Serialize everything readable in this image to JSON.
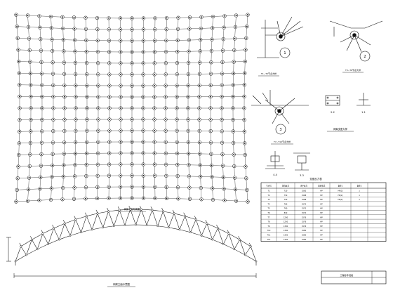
{
  "sheet": {
    "plan_caption": "网架平面布置图",
    "plan_subcaption": "",
    "elevation_caption": "网架立面示意图",
    "detail_caption_1": "T1~T2节点大样",
    "detail_caption_2": "T3~T6节点大样",
    "detail_caption_3": "T7~T10节点大样",
    "detail_caption_4": "网架支座大样",
    "section_label_1": "2-2",
    "section_label_2": "1-1",
    "section_label_3": "4-4",
    "section_label_4": "3-3",
    "callouts": [
      "1",
      "2",
      "3"
    ],
    "table_title": "支座反力表",
    "title_block_text": "工程名称 图名"
  },
  "table": {
    "headers": [
      "节点号",
      "竖向反力",
      "水平反力",
      "支座形式",
      "备注1",
      "备注2"
    ],
    "rows": [
      [
        "T1",
        "720",
        "1562",
        "HP",
        "HP(2)",
        "1"
      ],
      [
        "T2",
        "750",
        "1568",
        "HP",
        "HP(2)",
        "1"
      ],
      [
        "T3",
        "750",
        "1568",
        "HP",
        "HP(2)",
        "1"
      ],
      [
        "T4",
        "780",
        "1570",
        "HP",
        "",
        ""
      ],
      [
        "T5",
        "780",
        "1570",
        "HP",
        "",
        ""
      ],
      [
        "T6",
        "800",
        "1570",
        "HP",
        "",
        ""
      ],
      [
        "T7",
        "1200",
        "1576",
        "HP",
        "",
        ""
      ],
      [
        "T8",
        "1250",
        "1576",
        "HP",
        "",
        ""
      ],
      [
        "T9",
        "1300",
        "1576",
        "HP",
        "",
        ""
      ],
      [
        "T10",
        "1300",
        "1580",
        "HP",
        "",
        ""
      ],
      [
        "T11",
        "1350",
        "1580",
        "HP",
        "",
        ""
      ],
      [
        "T12",
        "1350",
        "1580",
        "HP",
        "",
        ""
      ]
    ]
  }
}
